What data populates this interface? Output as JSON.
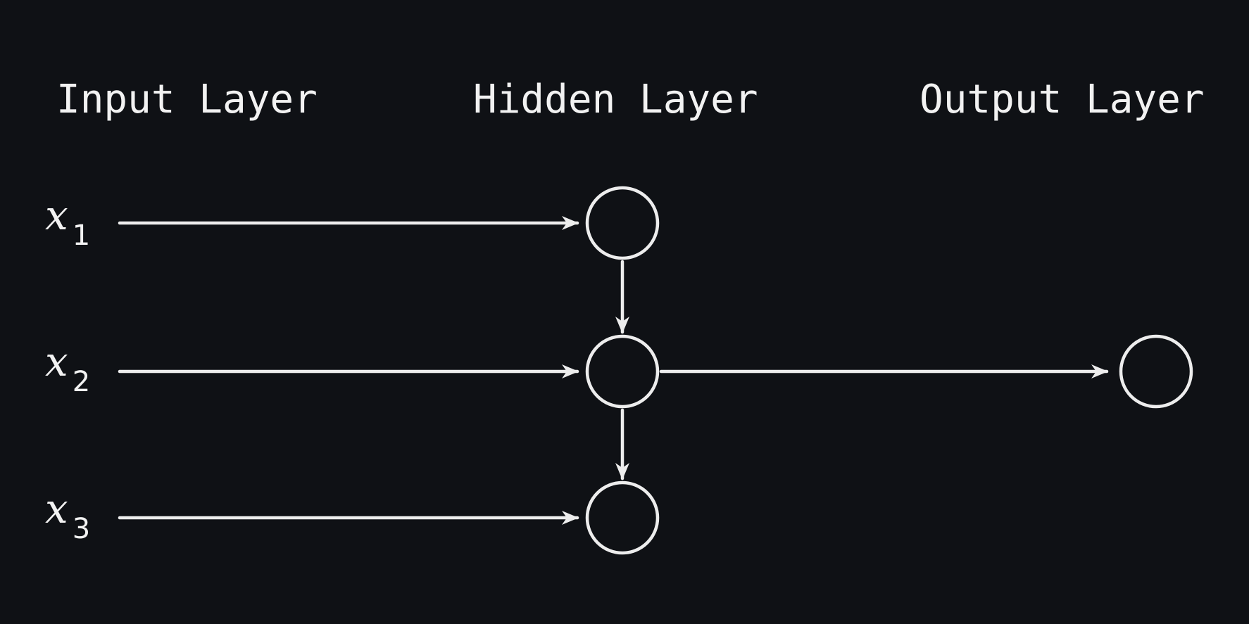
{
  "colors": {
    "background": "#0f1115",
    "stroke": "#ededed",
    "text": "#f2f2f2"
  },
  "layers": {
    "input_label": "Input Layer",
    "hidden_label": "Hidden Layer",
    "output_label": "Output Layer"
  },
  "inputs": [
    {
      "var": "x",
      "sub": "1"
    },
    {
      "var": "x",
      "sub": "2"
    },
    {
      "var": "x",
      "sub": "3"
    }
  ]
}
